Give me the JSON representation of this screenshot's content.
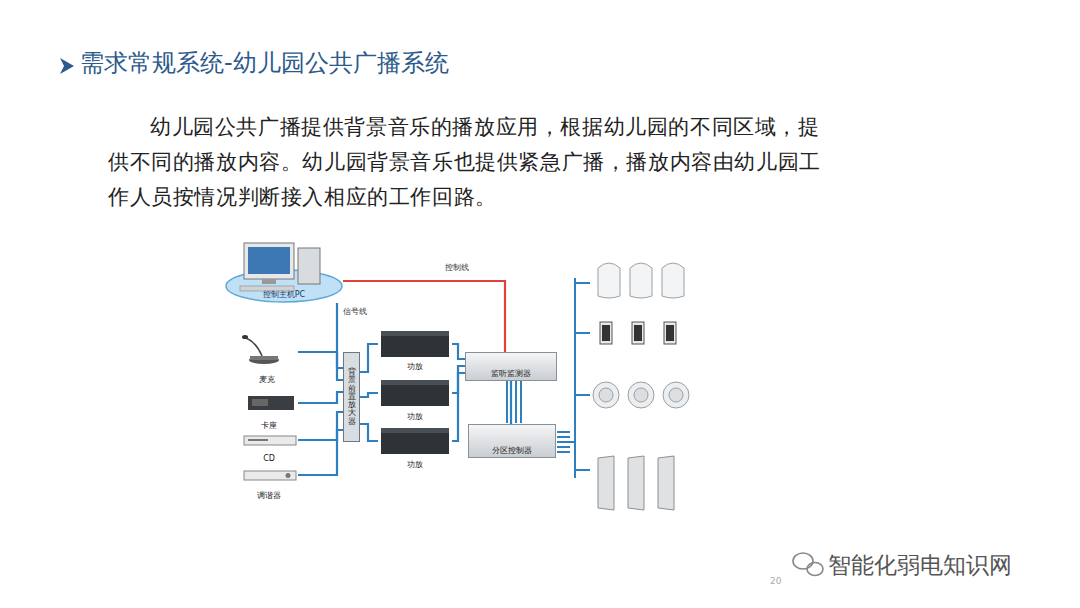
{
  "diagram": {
    "title": "需求常规系统-幼儿园公共广播系统",
    "nodes": [
      {
        "text": [
          "控制主机PC"
        ]
      },
      {
        "text": [
          "麦克"
        ]
      },
      {
        "text": [
          "卡座"
        ]
      },
      {
        "text": [
          "CD"
        ]
      },
      {
        "text": [
          "调谐器"
        ]
      },
      {
        "text": [
          "背景前置放大器"
        ]
      },
      {
        "text": [
          "功放"
        ]
      },
      {
        "text": [
          "功放"
        ]
      },
      {
        "text": [
          "功放"
        ]
      },
      {
        "text": [
          "监听监测器"
        ]
      },
      {
        "text": [
          "分区控制器"
        ]
      }
    ],
    "edges": [
      {
        "from": 0,
        "to": 9,
        "arrow": "none",
        "label": "控制线"
      },
      {
        "from": 0,
        "to": 5,
        "arrow": "none",
        "label": "信号线"
      },
      {
        "from": 1,
        "to": 5,
        "arrow": "none"
      },
      {
        "from": 2,
        "to": 5,
        "arrow": "none"
      },
      {
        "from": 3,
        "to": 5,
        "arrow": "none"
      },
      {
        "from": 4,
        "to": 5,
        "arrow": "none"
      },
      {
        "from": 5,
        "to": 6,
        "arrow": "none"
      },
      {
        "from": 5,
        "to": 7,
        "arrow": "none"
      },
      {
        "from": 5,
        "to": 8,
        "arrow": "none"
      },
      {
        "from": 6,
        "to": 9,
        "arrow": "none"
      },
      {
        "from": 7,
        "to": 9,
        "arrow": "none"
      },
      {
        "from": 8,
        "to": 9,
        "arrow": "none"
      },
      {
        "from": 9,
        "to": 10,
        "arrow": "none"
      }
    ],
    "labels": [
      "幼儿园公共广播提供背景音乐的播放应用，根据幼儿园的不同区域，提供不同的播放内容。幼儿园背景音乐也提供紧急广播，播放内容由幼儿园工作人员按情况判断接入相应的工作回路。",
      "20",
      "智能化弱电知识网"
    ]
  }
}
